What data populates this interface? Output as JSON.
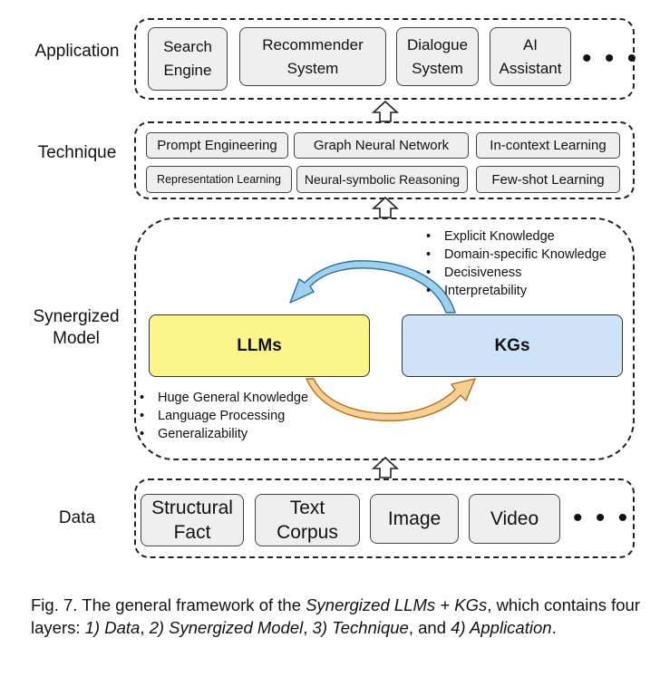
{
  "layers": {
    "application": {
      "label": "Application",
      "items": [
        "Search\nEngine",
        "Recommender\nSystem",
        "Dialogue\nSystem",
        "AI\nAssistant"
      ],
      "ellipsis": "• • •"
    },
    "technique": {
      "label": "Technique",
      "row1": [
        "Prompt Engineering",
        "Graph Neural Network",
        "In-context Learning"
      ],
      "row2": [
        "Representation Learning",
        "Neural-symbolic Reasoning",
        "Few-shot Learning"
      ]
    },
    "synergized_model": {
      "label": "Synergized\nModel",
      "llms": {
        "label": "LLMs",
        "color": "#fcf68a",
        "properties": [
          "Huge General Knowledge",
          "Language Processing",
          "Generalizability"
        ]
      },
      "kgs": {
        "label": "KGs",
        "color": "#cfe3f8",
        "properties": [
          "Explicit Knowledge",
          "Domain-specific Knowledge",
          "Decisiveness",
          "Interpretability"
        ]
      },
      "arrow_colors": {
        "kg_to_llm": "#9fd0ee",
        "llm_to_kg": "#f6cf95"
      }
    },
    "data": {
      "label": "Data",
      "items": [
        "Structural\nFact",
        "Text\nCorpus",
        "Image",
        "Video"
      ],
      "ellipsis": "• • •"
    }
  },
  "caption": {
    "prefix": "Fig. 7. The general framework of the ",
    "title": "Synergized LLMs + KGs",
    "middle": ", which contains four layers: ",
    "l1": "1) Data",
    "sep1": ", ",
    "l2": "2) Synergized Model",
    "sep2": ", ",
    "l3": "3) Technique",
    "sep3": ", and ",
    "l4": "4) Application",
    "end": "."
  }
}
